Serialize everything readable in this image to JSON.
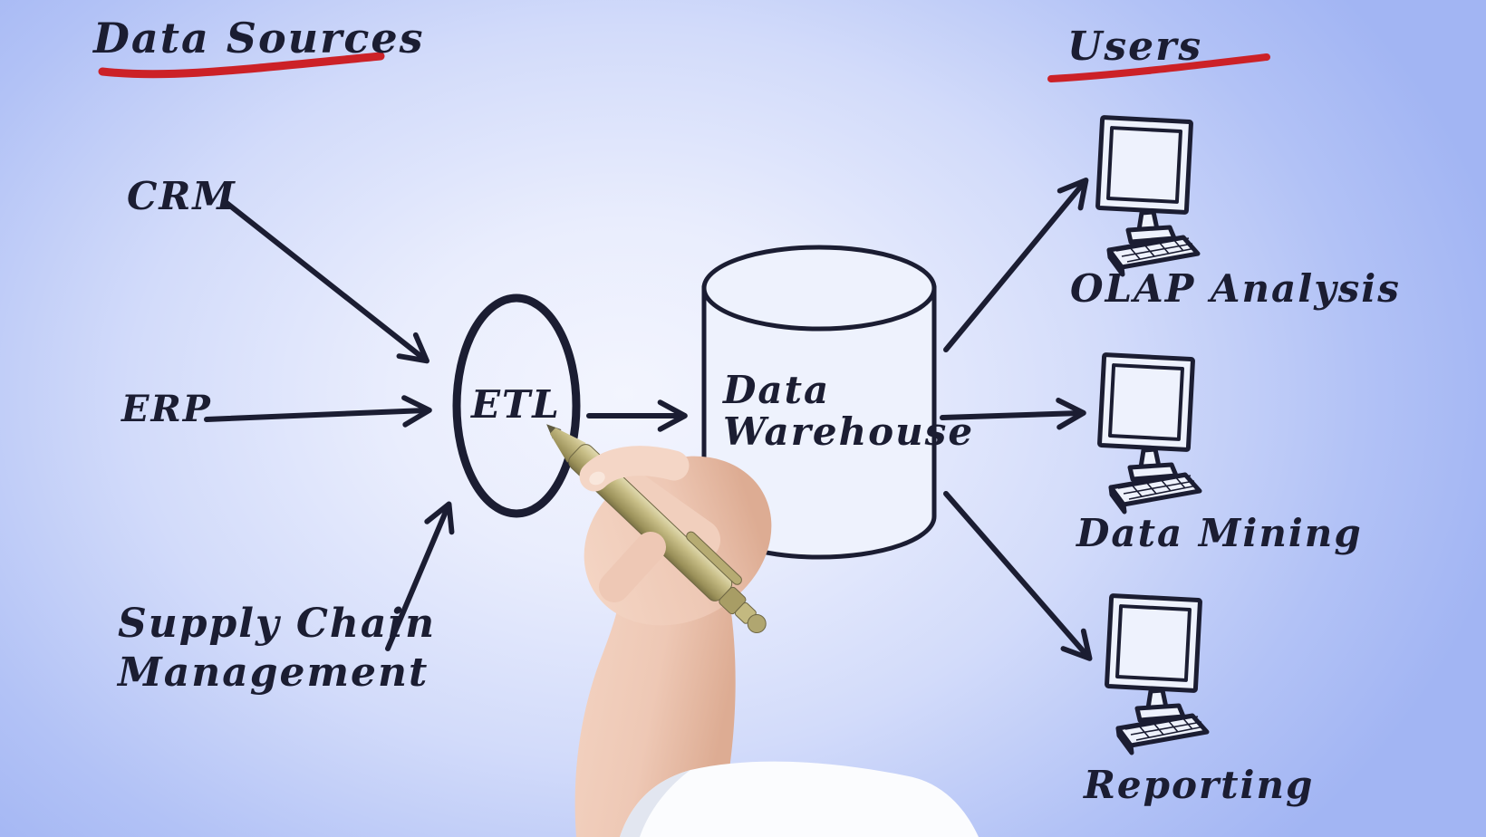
{
  "titles": {
    "data_sources": "Data Sources",
    "users": "Users"
  },
  "sources": {
    "crm": "CRM",
    "erp": "ERP",
    "supply_chain_line1": "Supply Chain",
    "supply_chain_line2": "Management"
  },
  "process": {
    "etl": "ETL"
  },
  "warehouse": {
    "line1": "Data",
    "line2": "Warehouse"
  },
  "user_labels": {
    "olap": "OLAP Analysis",
    "data_mining": "Data Mining",
    "reporting": "Reporting"
  },
  "icons": {
    "computer": "desktop-computer-icon",
    "database": "database-cylinder-shape",
    "process_ellipse": "etl-ellipse-shape",
    "hand": "hand-holding-pen",
    "underline": "red-marker-underline"
  },
  "colors": {
    "ink": "#1b1d32",
    "underline_red": "#cc2127",
    "background_center": "#f3f5fe",
    "background_edge": "#a2b5f3",
    "shape_fill": "#eef2fd",
    "pen_gold": "#b0a670",
    "skin": "#eec8b5",
    "sleeve": "#fbfcfe"
  }
}
